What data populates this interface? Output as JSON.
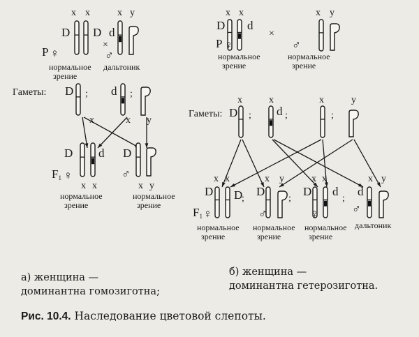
{
  "labels": {
    "gametes": "Гаметы:",
    "normal_vision": [
      "нормальное",
      "зрение"
    ],
    "colorblind": "дальтоник",
    "f1": "F",
    "f1_sub": "1",
    "p": "P",
    "x": "x",
    "y": "y",
    "D": "D",
    "d": "d",
    "semicolon": ";",
    "times": "×",
    "female_symbol": "♀",
    "male_symbol": "♂"
  },
  "captions": {
    "a": [
      "а) женщина —",
      "доминантна гомозиготна;"
    ],
    "b": [
      "б) женщина —",
      "доминантна гетерозиготна."
    ]
  },
  "figure_caption": {
    "number": "Рис. 10.4.",
    "text": " Наследование цветовой слепоты."
  }
}
